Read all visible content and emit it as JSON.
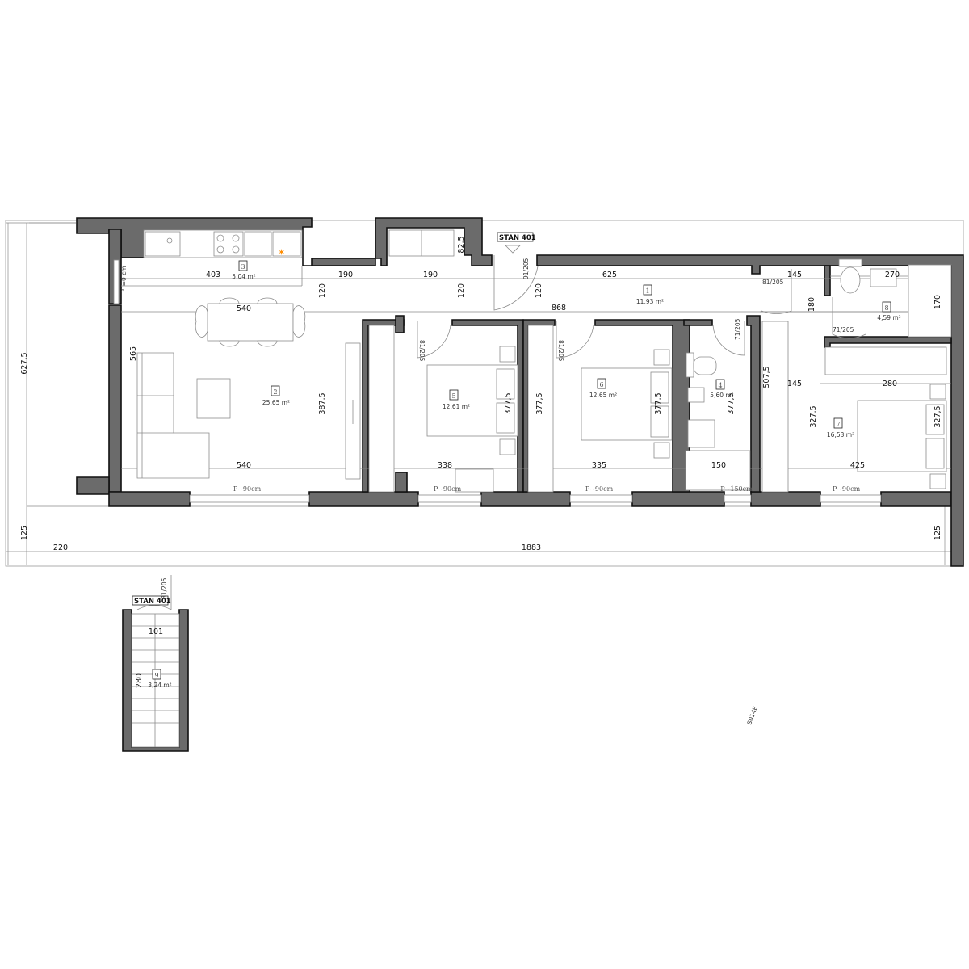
{
  "unit_label": "STAN 401",
  "unit_label_storage": "STAN 401",
  "rooms": [
    {
      "num": "1",
      "area": "11,93 m²"
    },
    {
      "num": "2",
      "area": "25,65 m²"
    },
    {
      "num": "3",
      "area": "5,04 m²"
    },
    {
      "num": "4",
      "area": "5,60 m²"
    },
    {
      "num": "5",
      "area": "12,61 m²"
    },
    {
      "num": "6",
      "area": "12,65 m²"
    },
    {
      "num": "7",
      "area": "16,53 m²"
    },
    {
      "num": "8",
      "area": "4,59 m²"
    },
    {
      "num": "9",
      "area": "3,24 m²"
    }
  ],
  "dimensions": {
    "kitchen_width": "403",
    "hall_a": "190",
    "hall_b": "190",
    "hall_c": "625",
    "hall_d": "145",
    "bath_w": "270",
    "dining_width": "540",
    "corridor_len": "868",
    "living_width": "540",
    "bed5_width": "338",
    "bed6_width": "335",
    "bath4_width": "150",
    "bed7_width": "425",
    "bed7_top_a": "145",
    "bed7_top_b": "280",
    "living_depth": "565",
    "height_387": "387,5",
    "h120_a": "120",
    "h120_b": "120",
    "h120_c": "120",
    "h825": "82,5",
    "bed5_depth": "377,5",
    "bed6_depth_l": "377,5",
    "bed6_depth_r": "377,5",
    "bath4_depth": "377,5",
    "dep507": "507,5",
    "bath8_h": "180",
    "bath8_r": "170",
    "bed7_depth_l": "327,5",
    "bed7_depth_r": "327,5",
    "total_height": "627,5",
    "offset_125_l": "125",
    "offset_125_r": "125",
    "offset_220": "220",
    "total_width": "1883",
    "kitchen_depth_note": "P´=0 cm",
    "storage_width": "101",
    "storage_depth": "280",
    "p90_living": "P~90cm",
    "p90_bed5": "P~90cm",
    "p90_bed6": "P~90cm",
    "p150_bath": "P~150cm",
    "p90_bed7": "P~90cm"
  },
  "door_labels": {
    "entry": "91/205",
    "bed5": "81/205",
    "bed6": "81/205",
    "bath4": "71/205",
    "hall_right": "81/205",
    "bath8": "71/205",
    "storage": "81/205"
  },
  "north_note": "S014E"
}
